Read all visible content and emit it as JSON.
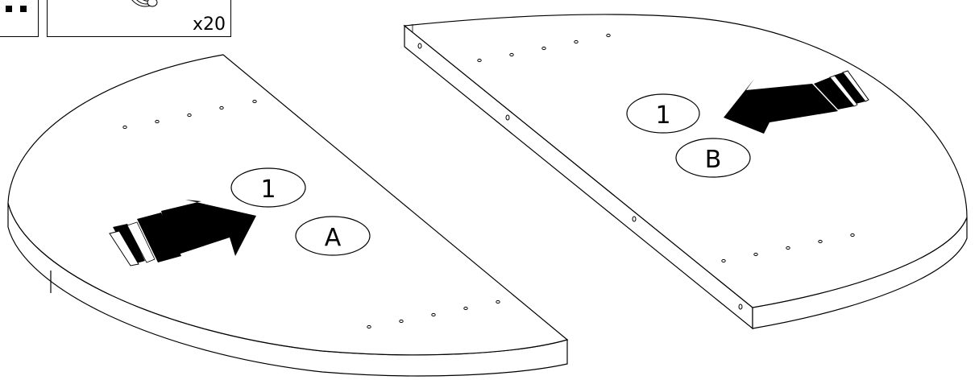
{
  "parts_header": {
    "screw_quantity": "x20"
  },
  "labels": {
    "step_number_a": "1",
    "piece_a": "A",
    "step_number_b": "1",
    "piece_b": "B"
  },
  "icons": {
    "left_piece_arrow": "arrow-right-icon",
    "right_piece_arrow": "arrow-left-icon",
    "screw": "screw-icon"
  },
  "colors": {
    "line": "#000000",
    "background": "#ffffff"
  }
}
